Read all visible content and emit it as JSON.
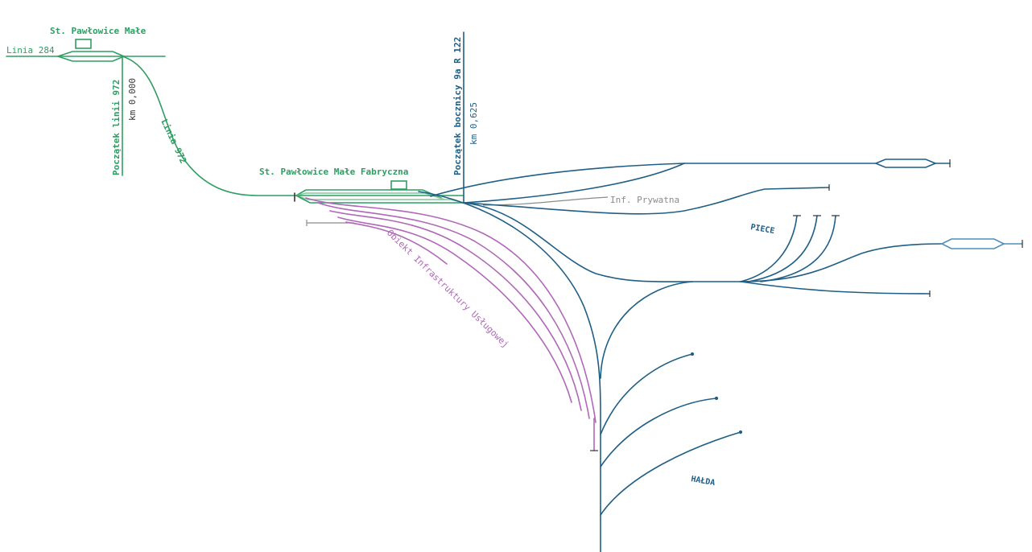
{
  "colors": {
    "green": "#2e9e63",
    "green_light": "#7fc99c",
    "blue": "#1f5f86",
    "blue_light": "#4f8fb8",
    "purple": "#b067b8",
    "gray": "#8a8a8a",
    "dark": "#333333"
  },
  "labels": {
    "station_top": "St. Pawłowice Małe",
    "line_284": "Linia 284",
    "start_972": "Początek linii 972",
    "km_000": "km 0,000",
    "line_972": "Linia 972",
    "station_factory": "St. Pawłowice Małe Fabryczna",
    "siding_start": "Początek bocznicy 9a R 122",
    "km_0625": "km 0,625",
    "private_infra": "Inf. Prywatna",
    "piece": "PIECE",
    "service_infra": "Obiekt Infrastruktury Usługowej",
    "halda": "HAŁDA"
  }
}
